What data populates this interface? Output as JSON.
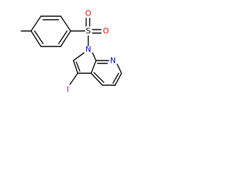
{
  "molecule": {
    "atoms": {
      "sulfur": {
        "symbol": "S",
        "color": "#000000"
      },
      "oxygen_top": {
        "symbol": "O",
        "color": "#ff0000"
      },
      "oxygen_right": {
        "symbol": "O",
        "color": "#ff0000"
      },
      "nitrogen_ring": {
        "symbol": "N",
        "color": "#0000ff"
      },
      "nitrogen_pyridine": {
        "symbol": "N",
        "color": "#0000ff"
      },
      "iodine": {
        "symbol": "I",
        "color": "#9400d3"
      }
    }
  }
}
